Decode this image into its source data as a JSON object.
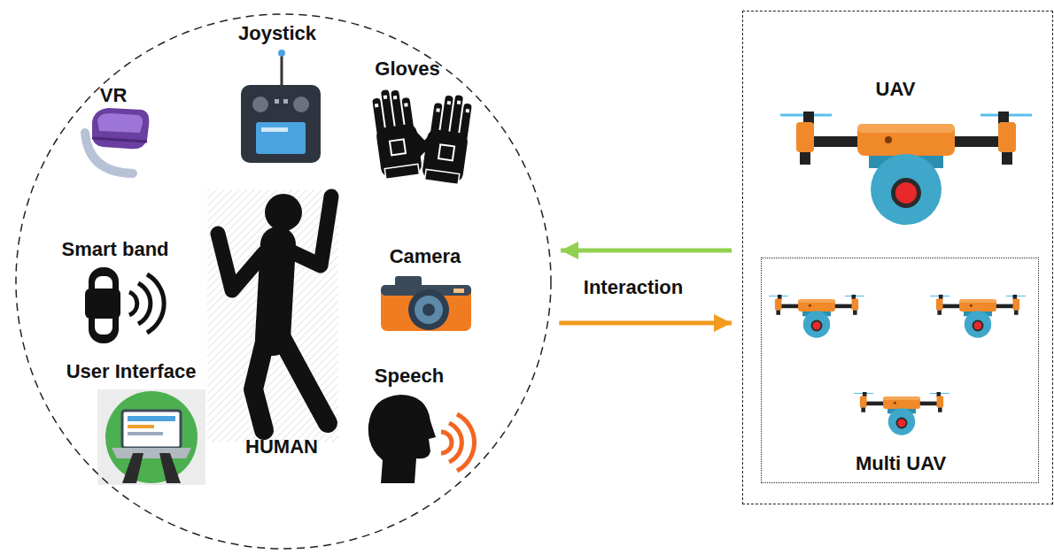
{
  "diagram": {
    "nodes": [
      {
        "text": [
          "Joystick",
          "Gloves",
          "VR",
          "Smart band",
          "Camera",
          "User Interface",
          "Speech",
          "HUMAN"
        ]
      },
      {
        "text": [
          "UAV"
        ]
      },
      {
        "text": [
          "Multi UAV"
        ],
        "in": 1
      }
    ],
    "edges": [
      {
        "from": 1,
        "to": 0,
        "arrow": "to"
      },
      {
        "from": 0,
        "to": 1,
        "arrow": "to"
      }
    ],
    "labels": [
      "Interaction"
    ]
  }
}
